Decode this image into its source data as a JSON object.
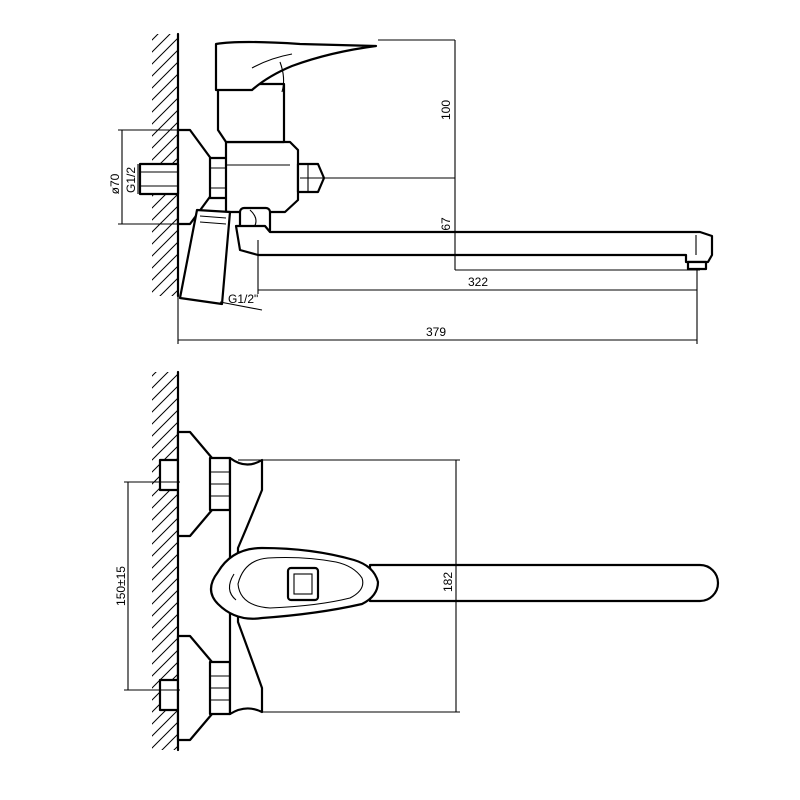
{
  "dimensions": {
    "handle_height": "100",
    "spout_drop": "67",
    "spout_reach": "322",
    "overall_length": "379",
    "flange_diameter": "ø70",
    "inlet_thread": "G1/2",
    "hose_thread": "G1/2\"",
    "center_distance": "150±15",
    "body_height": "182"
  }
}
